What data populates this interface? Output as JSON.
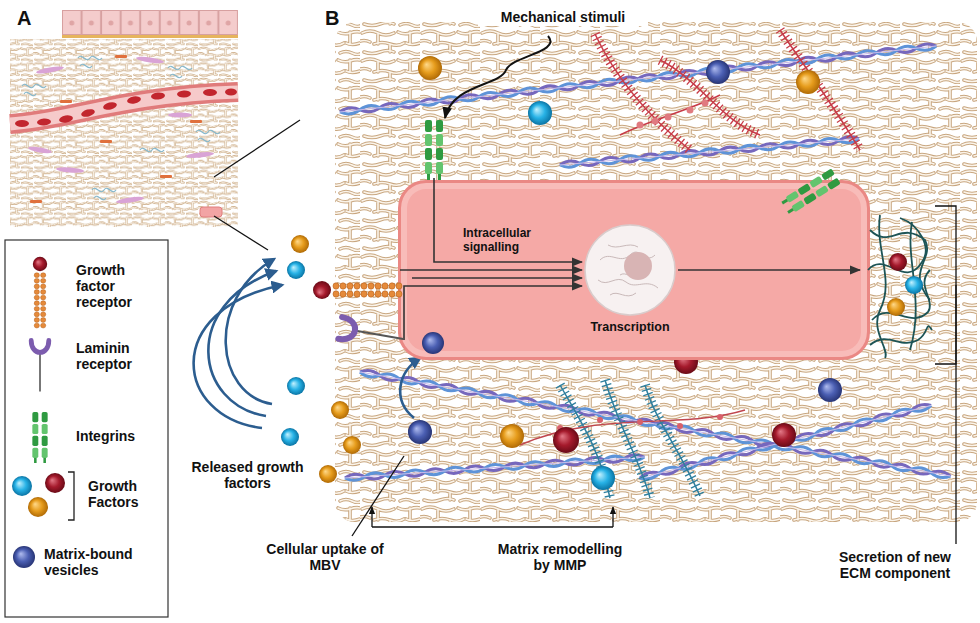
{
  "diagram": {
    "nodes": [
      {
        "text": [
          "Intracellular signalling"
        ]
      },
      {
        "text": [
          "Transcription"
        ],
        "in": 0
      }
    ],
    "labels": [
      "A",
      "B",
      "Mechanical stimuli",
      "Released growth factors",
      "Cellular uptake of MBV",
      "Matrix remodelling by MMP",
      "Secretion of new ECM component"
    ],
    "legend": [
      {
        "text": "Growth factor receptor"
      },
      {
        "text": "Laminin receptor"
      },
      {
        "text": "Integrins"
      },
      {
        "text": "Growth Factors"
      },
      {
        "text": "Matrix-bound vesicles"
      }
    ]
  }
}
